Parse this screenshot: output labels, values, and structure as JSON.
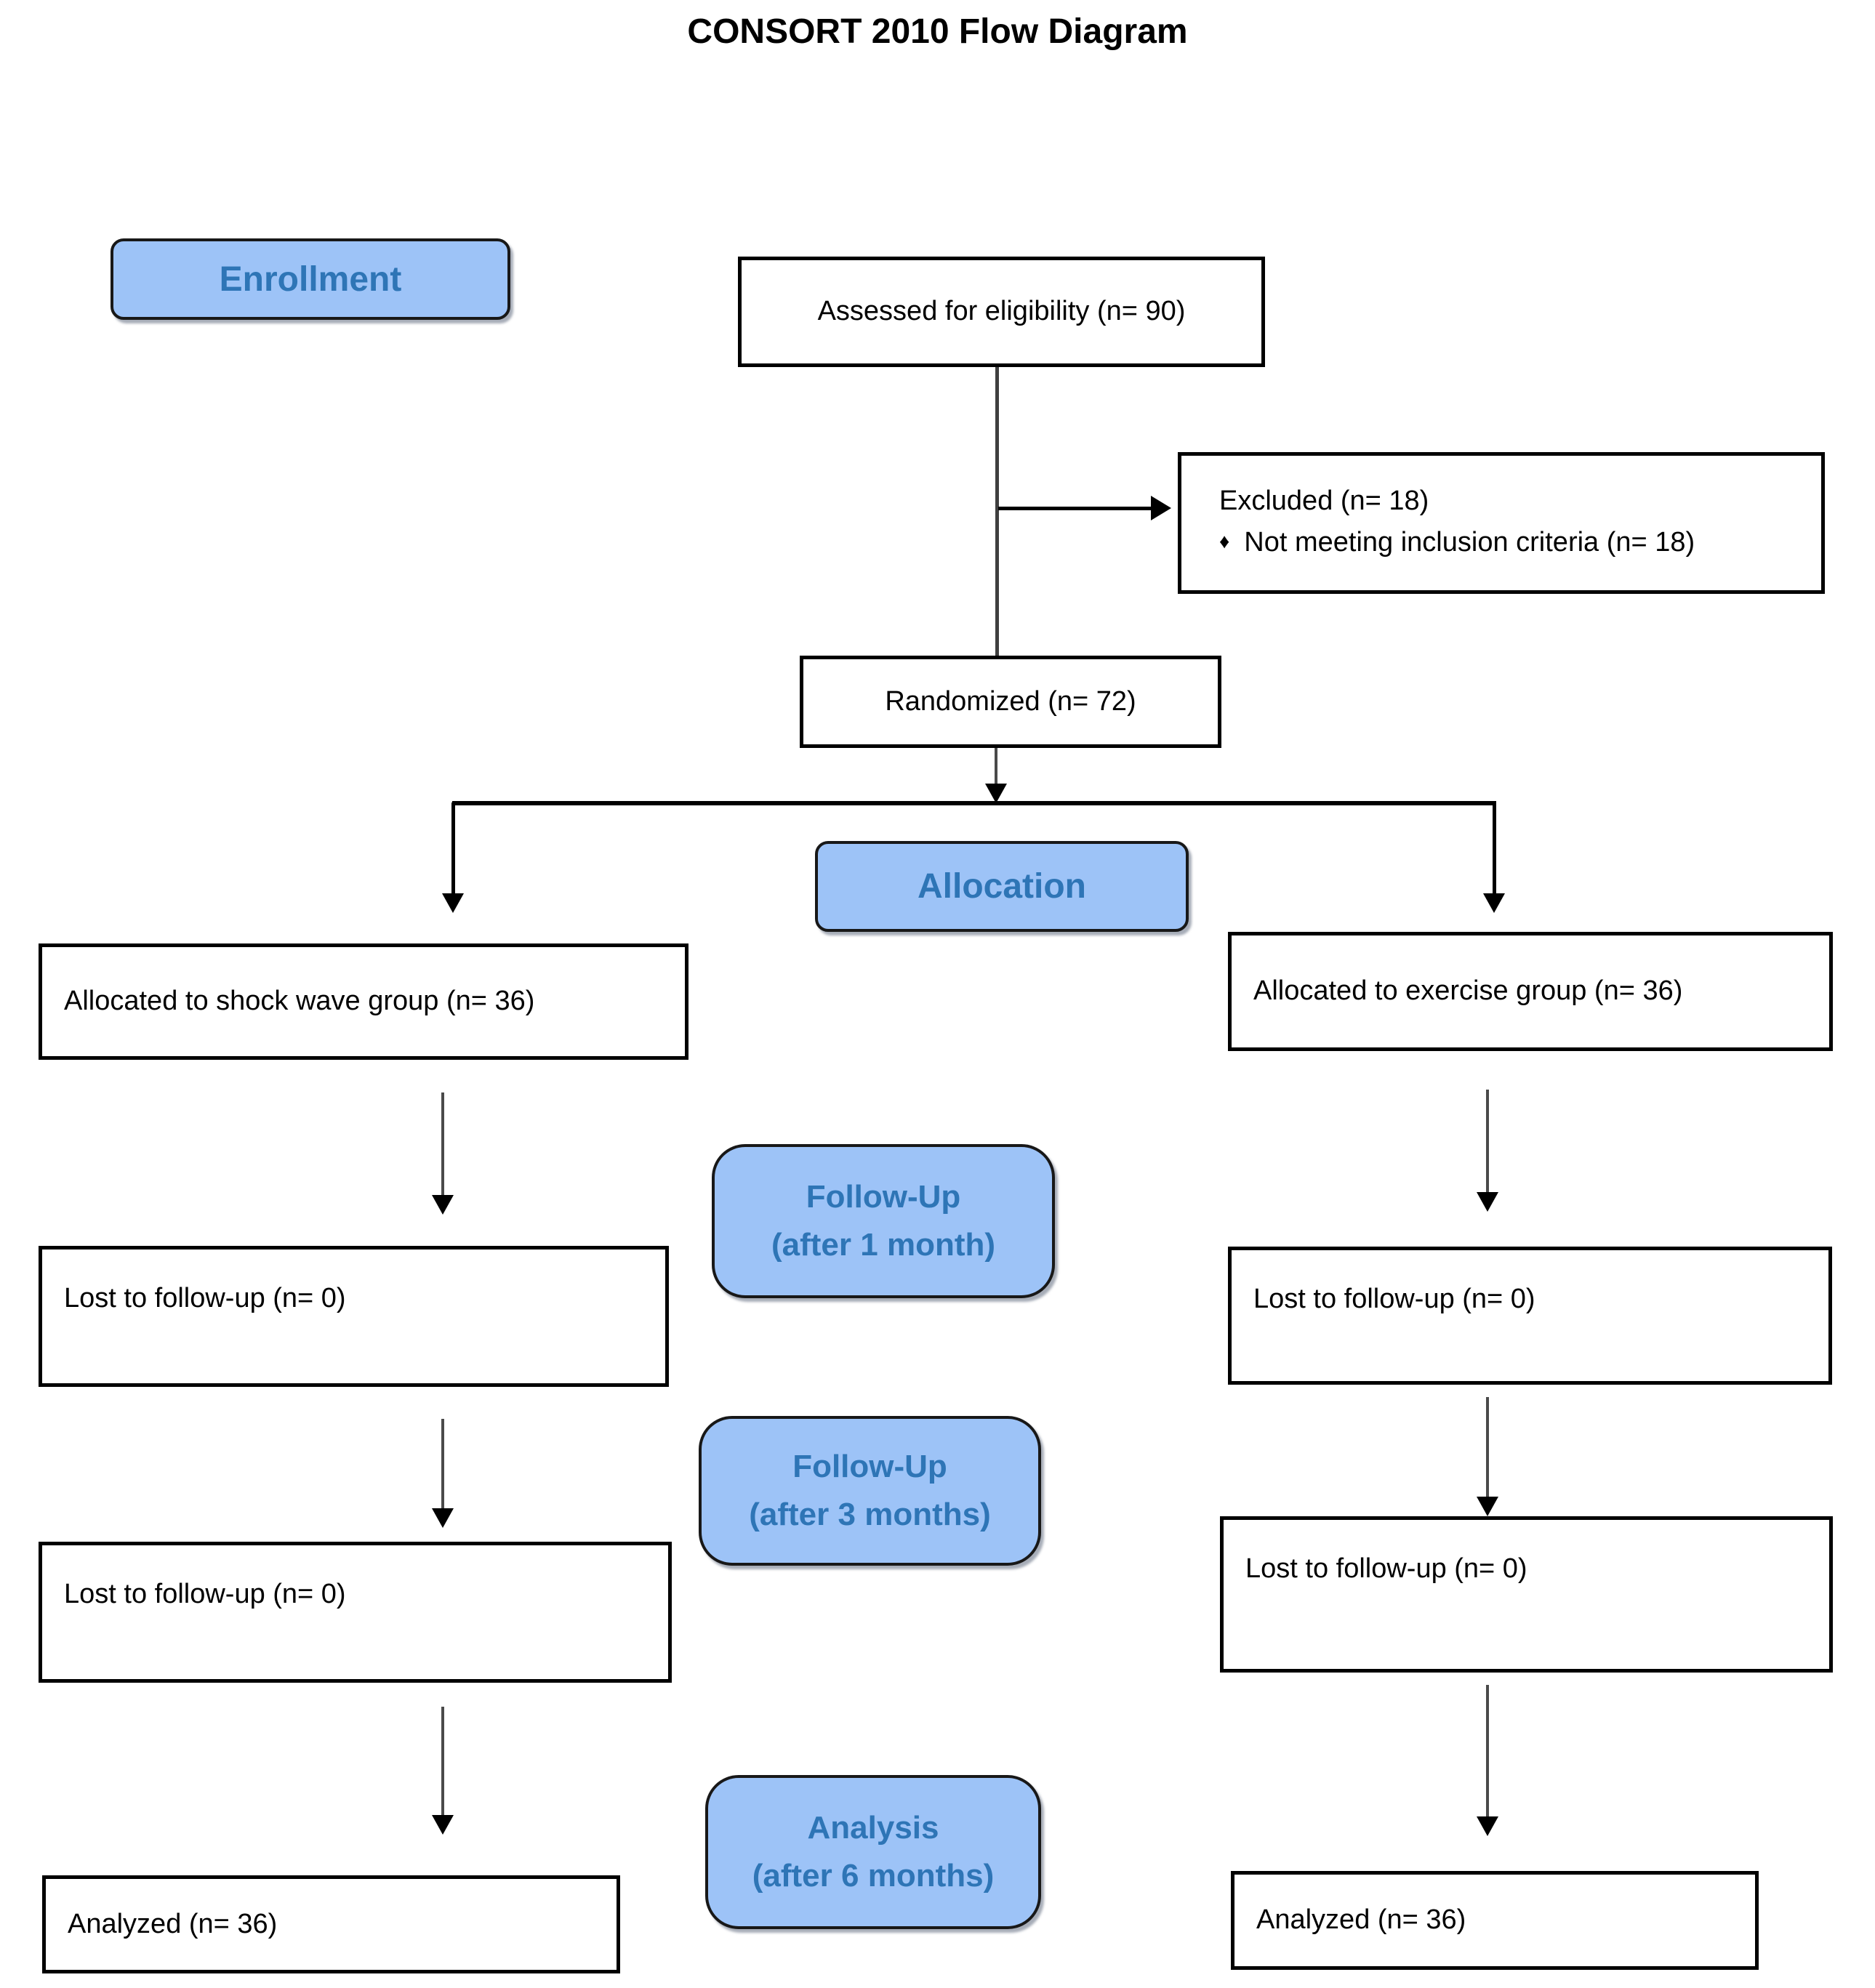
{
  "title": "CONSORT 2010 Flow Diagram",
  "badges": {
    "enrollment": {
      "label": "Enrollment"
    },
    "allocation": {
      "label": "Allocation"
    },
    "followup_1": {
      "line1": "Follow-Up",
      "line2": "(after 1 month)"
    },
    "followup_3": {
      "line1": "Follow-Up",
      "line2": "(after 3 months)"
    },
    "analysis": {
      "line1": "Analysis",
      "line2": "(after 6 months)"
    }
  },
  "boxes": {
    "assessed": {
      "text": "Assessed for eligibility (n= 90)"
    },
    "excluded": {
      "title": "Excluded (n= 18)",
      "bullet_glyph": "♦",
      "bullet": "Not meeting inclusion criteria (n= 18)"
    },
    "randomized": {
      "text": "Randomized (n= 72)"
    },
    "allocated_shockwave": {
      "text": "Allocated to shock wave group (n= 36)"
    },
    "allocated_exercise": {
      "text": "Allocated to exercise group (n= 36)"
    },
    "lost_1month_shockwave": {
      "text": "Lost to follow-up (n= 0)"
    },
    "lost_1month_exercise": {
      "text": "Lost to follow-up (n= 0)"
    },
    "lost_3months_shockwave": {
      "text": "Lost to follow-up (n= 0)"
    },
    "lost_3months_exercise": {
      "text": "Lost to follow-up (n= 0)"
    },
    "analyzed_shockwave": {
      "text": "Analyzed (n= 36)"
    },
    "analyzed_exercise": {
      "text": "Analyzed (n= 36)"
    }
  },
  "colors": {
    "badge_fill": "#9DC3F7",
    "badge_text": "#2E75B6",
    "box_border": "#000000",
    "arrow": "#404040"
  }
}
